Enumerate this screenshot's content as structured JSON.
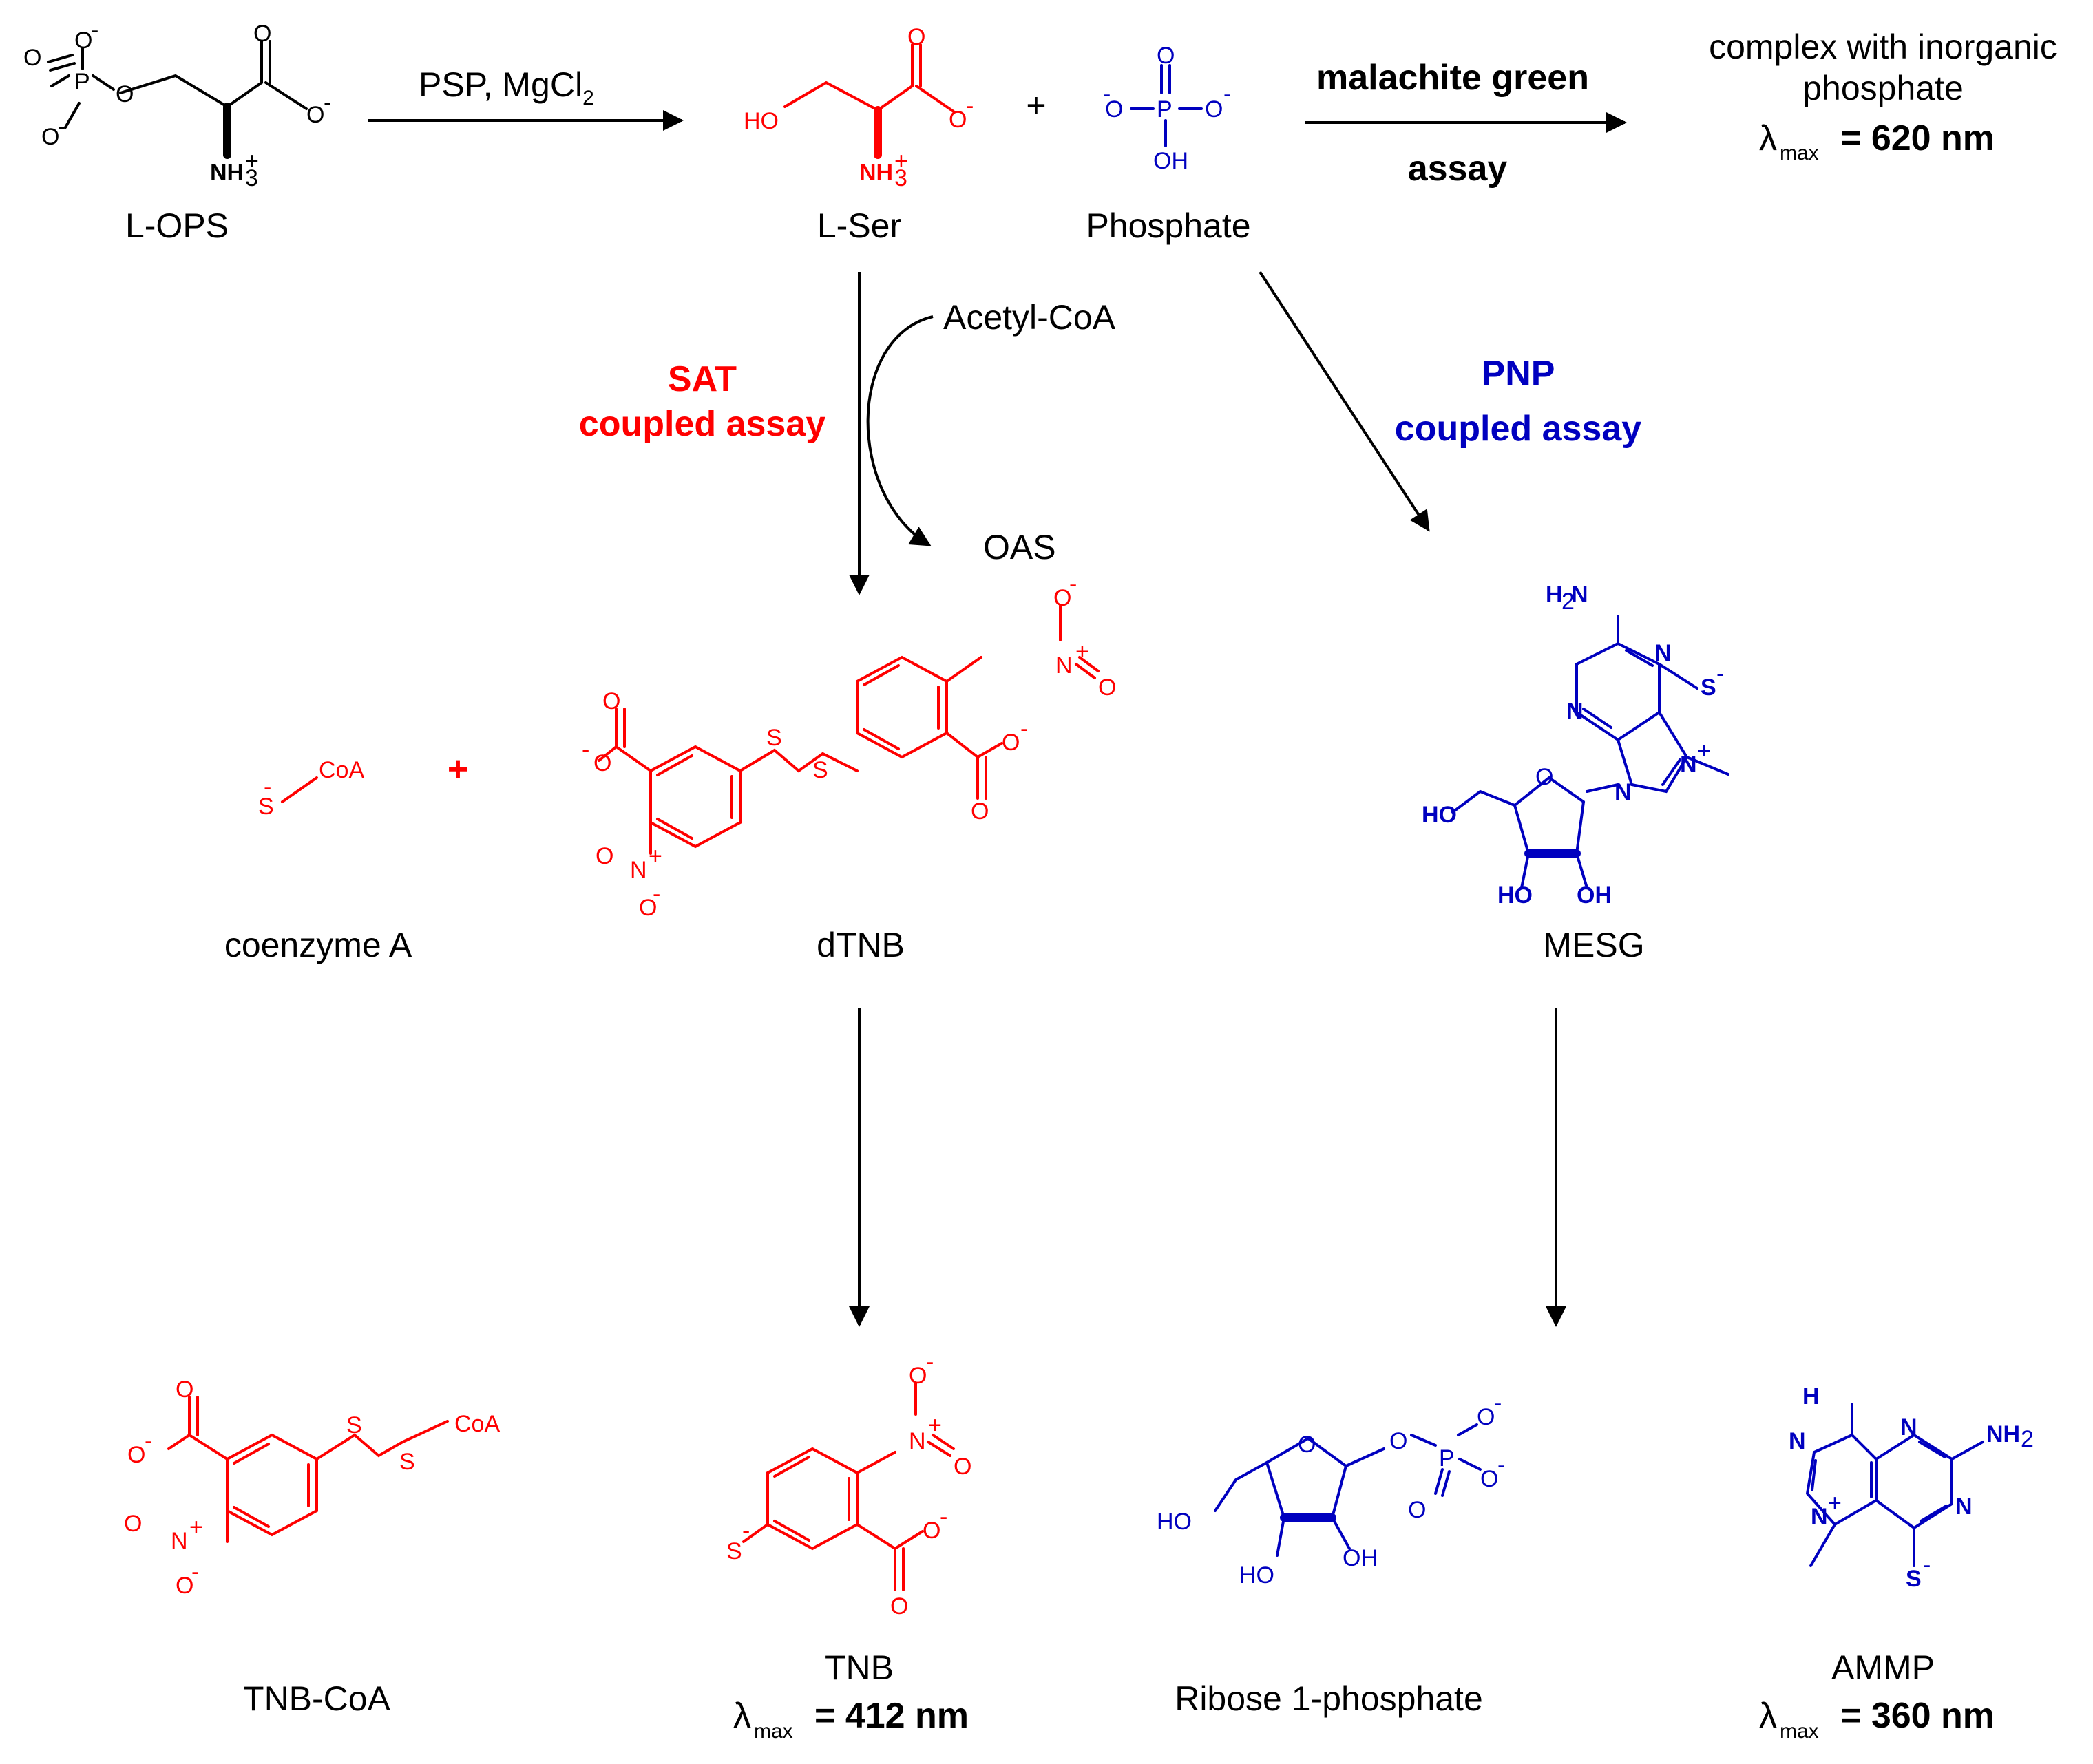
{
  "colors": {
    "black": "#000000",
    "red": "#ff0000",
    "blue": "#0000bf"
  },
  "compounds": {
    "l_ops": "L-OPS",
    "l_ser": "L-Ser",
    "phosphate": "Phosphate",
    "complex_line1": "complex with inorganic",
    "complex_line2": "phosphate",
    "complex_lambda_sub": "max",
    "complex_lambda_value": "= 620 nm",
    "oas": "OAS",
    "acetyl_coa": "Acetyl-CoA",
    "coenzyme_a": "coenzyme A",
    "dtnb": "dTNB",
    "mesg": "MESG",
    "tnb_coa": "TNB-CoA",
    "tnb": "TNB",
    "tnb_lambda_sub": "max",
    "tnb_lambda_value": "= 412 nm",
    "ribose": "Ribose 1-phosphate",
    "ammp": "AMMP",
    "ammp_lambda_sub": "max",
    "ammp_lambda_value": "= 360 nm"
  },
  "reagents": {
    "psp": "PSP, MgCl",
    "psp_sub": "2",
    "malachite_line1": "malachite green",
    "malachite_line2": "assay",
    "sat_line1": "SAT",
    "sat_line2": "coupled assay",
    "pnp_line1": "PNP",
    "pnp_line2": "coupled assay",
    "plus_black": "+",
    "plus_red": "+"
  }
}
